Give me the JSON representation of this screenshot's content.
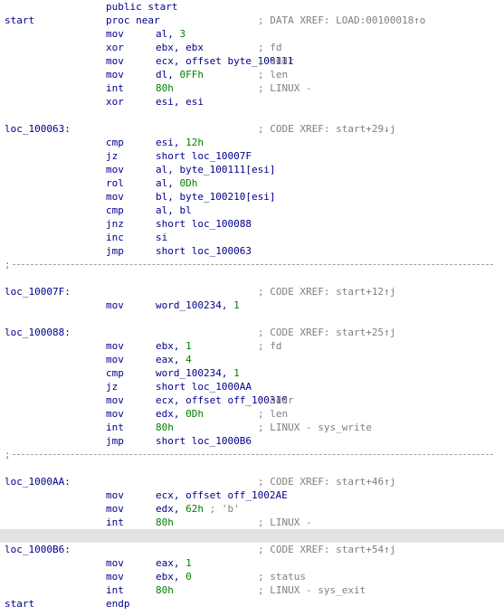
{
  "colors": {
    "background": "#ffffff",
    "code": "#00008b",
    "comment": "#7f7f7f",
    "number": "#008000",
    "separator": "#a0a0a0",
    "highlight_row": "#e3e3e3"
  },
  "listing": [
    {
      "label": "",
      "mnem": "public start",
      "ops": [],
      "comment": ""
    },
    {
      "label": "start",
      "mnem": "proc near",
      "ops": [],
      "comment": "; DATA XREF: LOAD:00100018↑o"
    },
    {
      "label": "",
      "mnem": "mov",
      "ops": [
        {
          "t": "al, "
        },
        {
          "t": "3",
          "n": true
        }
      ],
      "comment": ""
    },
    {
      "label": "",
      "mnem": "xor",
      "ops": [
        {
          "t": "ebx, ebx"
        }
      ],
      "comment": "; fd"
    },
    {
      "label": "",
      "mnem": "mov",
      "ops": [
        {
          "t": "ecx, offset byte_100111"
        }
      ],
      "comment": "; addr"
    },
    {
      "label": "",
      "mnem": "mov",
      "ops": [
        {
          "t": "dl, "
        },
        {
          "t": "0FFh",
          "n": true
        }
      ],
      "comment": "; len"
    },
    {
      "label": "",
      "mnem": "int",
      "ops": [
        {
          "t": "80h",
          "n": true
        }
      ],
      "comment": "; LINUX -"
    },
    {
      "label": "",
      "mnem": "xor",
      "ops": [
        {
          "t": "esi, esi"
        }
      ],
      "comment": ""
    },
    {
      "blank": true
    },
    {
      "label": "loc_100063:",
      "mnem": "",
      "ops": [],
      "comment": "; CODE XREF: start+29↓j"
    },
    {
      "label": "",
      "mnem": "cmp",
      "ops": [
        {
          "t": "esi, "
        },
        {
          "t": "12h",
          "n": true
        }
      ],
      "comment": ""
    },
    {
      "label": "",
      "mnem": "jz",
      "ops": [
        {
          "t": "short loc_10007F"
        }
      ],
      "comment": ""
    },
    {
      "label": "",
      "mnem": "mov",
      "ops": [
        {
          "t": "al, byte_100111[esi]"
        }
      ],
      "comment": ""
    },
    {
      "label": "",
      "mnem": "rol",
      "ops": [
        {
          "t": "al, "
        },
        {
          "t": "0Dh",
          "n": true
        }
      ],
      "comment": ""
    },
    {
      "label": "",
      "mnem": "mov",
      "ops": [
        {
          "t": "bl, byte_100210[esi]"
        }
      ],
      "comment": ""
    },
    {
      "label": "",
      "mnem": "cmp",
      "ops": [
        {
          "t": "al, bl"
        }
      ],
      "comment": ""
    },
    {
      "label": "",
      "mnem": "jnz",
      "ops": [
        {
          "t": "short loc_100088"
        }
      ],
      "comment": ""
    },
    {
      "label": "",
      "mnem": "inc",
      "ops": [
        {
          "t": "si"
        }
      ],
      "comment": ""
    },
    {
      "label": "",
      "mnem": "jmp",
      "ops": [
        {
          "t": "short loc_100063"
        }
      ],
      "comment": ""
    },
    {
      "sep": true,
      "text": ";"
    },
    {
      "blank": true
    },
    {
      "label": "loc_10007F:",
      "mnem": "",
      "ops": [],
      "comment": "; CODE XREF: start+12↑j"
    },
    {
      "label": "",
      "mnem": "mov",
      "ops": [
        {
          "t": "word_100234, "
        },
        {
          "t": "1",
          "n": true
        }
      ],
      "comment": ""
    },
    {
      "blank": true
    },
    {
      "label": "loc_100088:",
      "mnem": "",
      "ops": [],
      "comment": "; CODE XREF: start+25↑j"
    },
    {
      "label": "",
      "mnem": "mov",
      "ops": [
        {
          "t": "ebx, "
        },
        {
          "t": "1",
          "n": true
        }
      ],
      "comment": "; fd"
    },
    {
      "label": "",
      "mnem": "mov",
      "ops": [
        {
          "t": "eax, "
        },
        {
          "t": "4",
          "n": true
        }
      ],
      "comment": ""
    },
    {
      "label": "",
      "mnem": "cmp",
      "ops": [
        {
          "t": "word_100234, "
        },
        {
          "t": "1",
          "n": true
        }
      ],
      "comment": ""
    },
    {
      "label": "",
      "mnem": "jz",
      "ops": [
        {
          "t": "short loc_1000AA"
        }
      ],
      "comment": ""
    },
    {
      "label": "",
      "mnem": "mov",
      "ops": [
        {
          "t": "ecx, offset off_100310"
        }
      ],
      "comment": "; addr"
    },
    {
      "label": "",
      "mnem": "mov",
      "ops": [
        {
          "t": "edx, "
        },
        {
          "t": "0Dh",
          "n": true
        }
      ],
      "comment": "; len"
    },
    {
      "label": "",
      "mnem": "int",
      "ops": [
        {
          "t": "80h",
          "n": true
        }
      ],
      "comment": "; LINUX - sys_write"
    },
    {
      "label": "",
      "mnem": "jmp",
      "ops": [
        {
          "t": "short loc_1000B6"
        }
      ],
      "comment": ""
    },
    {
      "sep": true,
      "text": ";"
    },
    {
      "blank": true
    },
    {
      "label": "loc_1000AA:",
      "mnem": "",
      "ops": [],
      "comment": "; CODE XREF: start+46↑j"
    },
    {
      "label": "",
      "mnem": "mov",
      "ops": [
        {
          "t": "ecx, offset off_1002AE"
        }
      ],
      "comment": ""
    },
    {
      "label": "",
      "mnem": "mov",
      "ops": [
        {
          "t": "edx, "
        },
        {
          "t": "62h",
          "n": true
        },
        {
          "t": " ; 'b'",
          "c": true
        }
      ],
      "comment": ""
    },
    {
      "label": "",
      "mnem": "int",
      "ops": [
        {
          "t": "80h",
          "n": true
        }
      ],
      "comment": "; LINUX -"
    },
    {
      "blank": true,
      "gray": true
    },
    {
      "label": "loc_1000B6:",
      "mnem": "",
      "ops": [],
      "comment": "; CODE XREF: start+54↑j"
    },
    {
      "label": "",
      "mnem": "mov",
      "ops": [
        {
          "t": "eax, "
        },
        {
          "t": "1",
          "n": true
        }
      ],
      "comment": ""
    },
    {
      "label": "",
      "mnem": "mov",
      "ops": [
        {
          "t": "ebx, "
        },
        {
          "t": "0",
          "n": true
        }
      ],
      "comment": "; status"
    },
    {
      "label": "",
      "mnem": "int",
      "ops": [
        {
          "t": "80h",
          "n": true
        }
      ],
      "comment": "; LINUX - sys_exit"
    },
    {
      "label": "start",
      "mnem": "endp",
      "ops": [],
      "comment": ""
    }
  ]
}
